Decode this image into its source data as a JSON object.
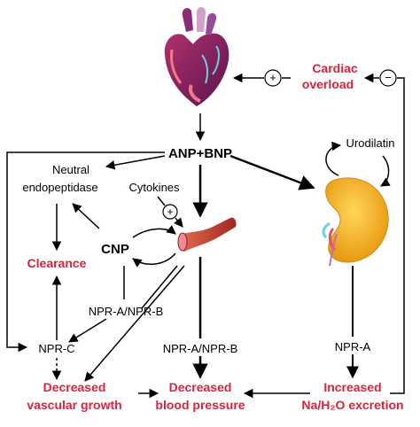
{
  "colors": {
    "accent_red": "#e0203c",
    "line": "#000000",
    "heart_purple": "#7b1f6e",
    "kidney_orange": "#f2b318",
    "vessel_red": "#c8362e"
  },
  "icons": [
    "heart-illustration",
    "kidney-illustration",
    "blood-vessel-illustration",
    "plus-circle-icon",
    "minus-circle-icon"
  ],
  "nodes": {
    "cardiac_overload": [
      "Cardiac",
      "overload"
    ],
    "anp_bnp": "ANP+BNP",
    "urodilatin": "Urodilatin",
    "neutral_endopeptidase": [
      "Neutral",
      "endopeptidase"
    ],
    "cytokines": "Cytokines",
    "cnp": "CNP",
    "clearance": "Clearance",
    "npr_ab_left": "NPR-A/NPR-B",
    "npr_c": "NPR-C",
    "npr_ab_center": "NPR-A/NPR-B",
    "npr_a": "NPR-A",
    "decreased_vascular_growth": [
      "Decreased",
      "vascular growth"
    ],
    "decreased_blood_pressure": [
      "Decreased",
      "blood pressure"
    ],
    "increased_excretion": [
      "Increased",
      "Na/H₂O excretion"
    ]
  },
  "signs": {
    "plus": "+",
    "minus": "−"
  }
}
